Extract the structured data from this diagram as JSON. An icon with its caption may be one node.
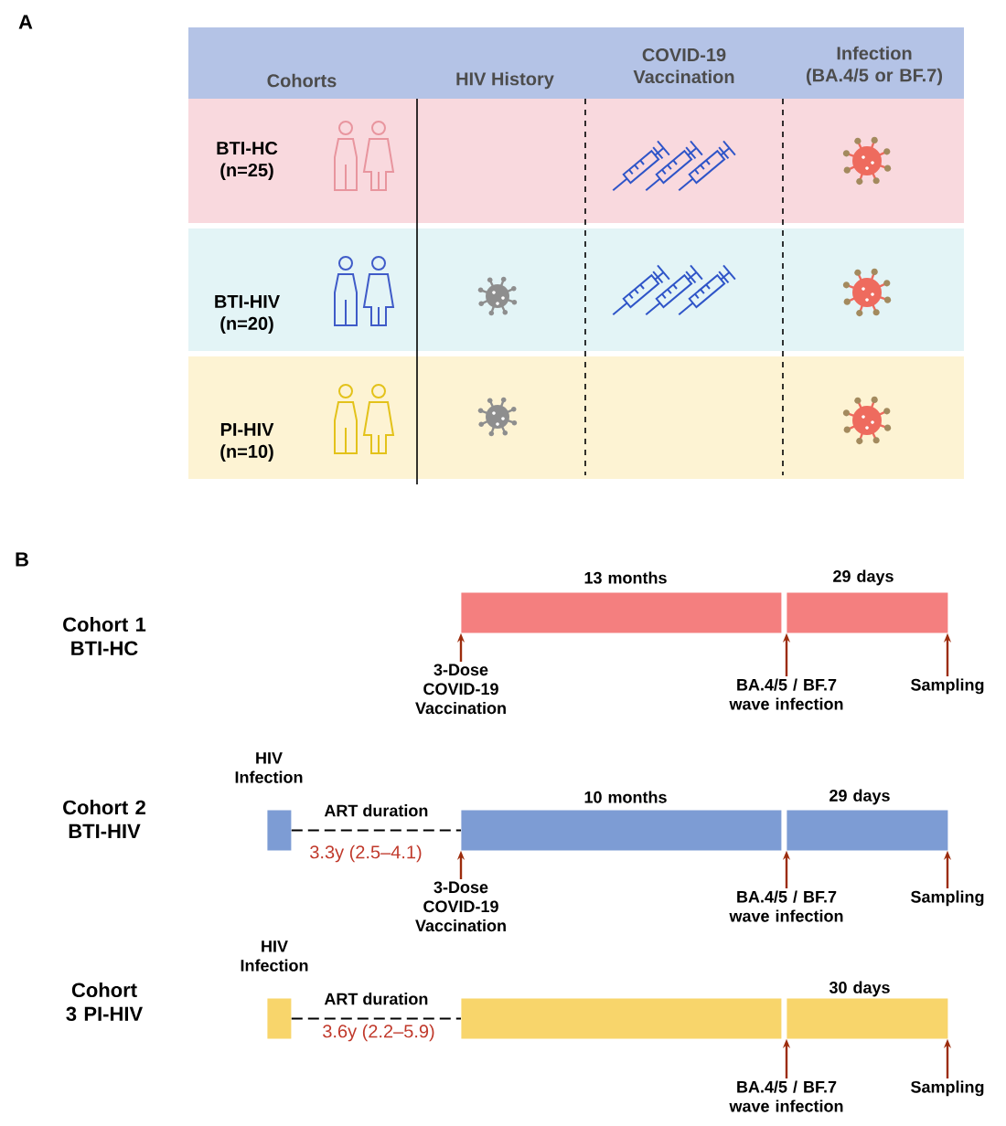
{
  "diagram": {
    "nodes": [
      {
        "text": [],
        "shape": "bar",
        "beside": [
          "13 months"
        ]
      },
      {
        "text": [],
        "shape": "bar",
        "beside": [
          "29 days"
        ]
      },
      {
        "text": [
          "3-Dose COVID-19 Vaccination"
        ]
      },
      {
        "text": [
          "BA.4/5 / BF.7 wave infection"
        ]
      },
      {
        "text": [
          "Sampling"
        ]
      },
      {
        "text": [],
        "shape": "bar",
        "beside": [
          "HIV Infection"
        ]
      },
      {
        "text": [],
        "shape": "bar",
        "beside": [
          "10 months"
        ]
      },
      {
        "text": [],
        "shape": "bar",
        "beside": [
          "29 days"
        ]
      },
      {
        "text": [
          "3-Dose COVID-19 Vaccination"
        ]
      },
      {
        "text": [
          "BA.4/5 / BF.7 wave infection"
        ]
      },
      {
        "text": [
          "Sampling"
        ]
      },
      {
        "text": [],
        "shape": "bar",
        "beside": [
          "HIV Infection"
        ]
      },
      {
        "text": [],
        "shape": "bar"
      },
      {
        "text": [],
        "shape": "bar",
        "beside": [
          "30 days"
        ]
      },
      {
        "text": [
          "BA.4/5 / BF.7 wave infection"
        ]
      },
      {
        "text": [
          "Sampling"
        ]
      }
    ],
    "edges": [
      {
        "from": 2,
        "to": 0,
        "arrow": "to"
      },
      {
        "from": 3,
        "to": 1,
        "arrow": "to"
      },
      {
        "from": 4,
        "to": 1,
        "arrow": "to"
      },
      {
        "from": 5,
        "to": 6,
        "arrow": "none",
        "style": "dashed",
        "color": "#000000",
        "label": "ART duration"
      },
      {
        "from": 8,
        "to": 6,
        "arrow": "to"
      },
      {
        "from": 9,
        "to": 7,
        "arrow": "to"
      },
      {
        "from": 10,
        "to": 7,
        "arrow": "to"
      },
      {
        "from": 11,
        "to": 12,
        "arrow": "none",
        "style": "dashed",
        "color": "#000000",
        "label": "ART duration"
      },
      {
        "from": 14,
        "to": 13,
        "arrow": "to"
      },
      {
        "from": 15,
        "to": 13,
        "arrow": "to"
      }
    ],
    "labels": [
      "A",
      "Cohorts",
      "HIV History",
      "COVID-19 Vaccination",
      "Infection (BA.4/5 or BF.7)",
      "BTI-HC (n=25)",
      "BTI-HIV (n=20)",
      "PI-HIV (n=10)",
      "B",
      "Cohort 1 BTI-HC",
      "Cohort 2 BTI-HIV",
      "3.3y (2.5–4.1)",
      "Cohort 3 PI-HIV",
      "3.6y (2.2–5.9)"
    ]
  }
}
